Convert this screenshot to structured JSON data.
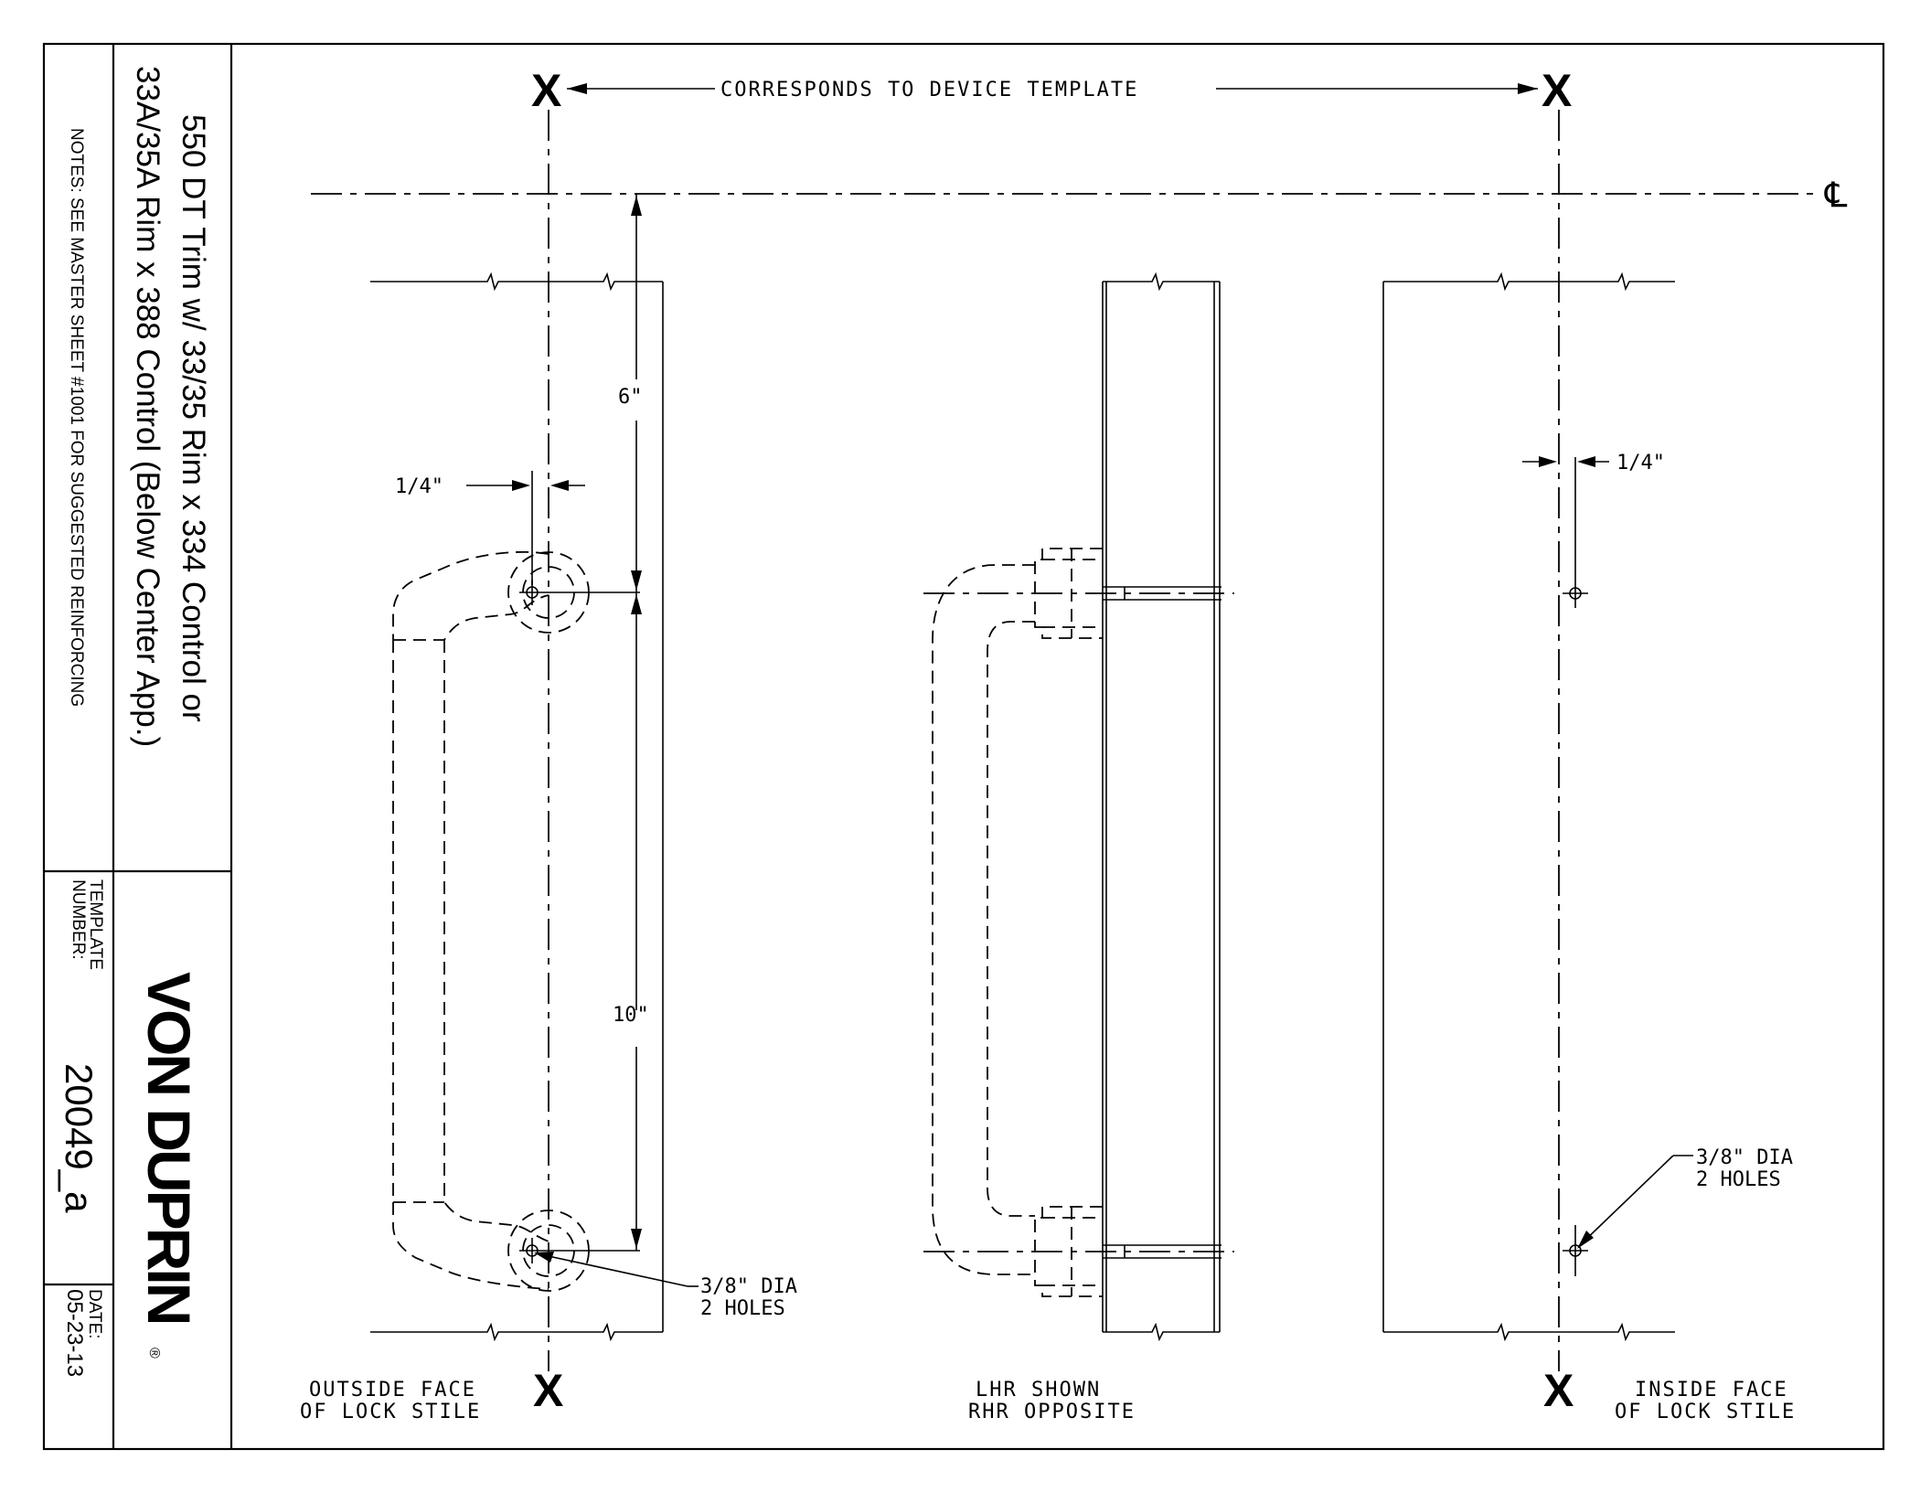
{
  "title_block": {
    "title_line1": "550 DT Trim w/ 33/35 Rim x 334 Control or",
    "title_line2": "33A/35A Rim x 388 Control (Below Center App.)",
    "notes": "NOTES: SEE MASTER SHEET #1001 FOR SUGGESTED REINFORCING",
    "brand": "VON DUPRIN",
    "brand_mark": "®",
    "template_number_label_1": "TEMPLATE",
    "template_number_label_2": "NUMBER:",
    "template_number": "20049_a",
    "date_label": "DATE:",
    "date": "05-23-13"
  },
  "drawing": {
    "x_mark": "X",
    "top_note": "CORRESPONDS TO DEVICE TEMPLATE",
    "centerline_symbol": "℄",
    "dim_6": "6\"",
    "dim_10": "10\"",
    "dim_quarter_left": "1/4\"",
    "dim_quarter_right": "1/4\"",
    "holes_left_1": "3/8\" DIA",
    "holes_left_2": "2 HOLES",
    "holes_right_1": "3/8\" DIA",
    "holes_right_2": "2 HOLES",
    "view_left_1": "OUTSIDE FACE",
    "view_left_2": "OF LOCK STILE",
    "view_mid_1": "LHR SHOWN",
    "view_mid_2": "RHR OPPOSITE",
    "view_right_1": "INSIDE FACE",
    "view_right_2": "OF LOCK STILE"
  }
}
